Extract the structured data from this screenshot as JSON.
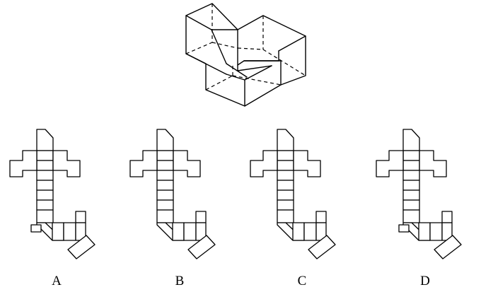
{
  "options": [
    {
      "id": "option-a",
      "label": "A"
    },
    {
      "id": "option-b",
      "label": "B"
    },
    {
      "id": "option-c",
      "label": "C"
    },
    {
      "id": "option-d",
      "label": "D"
    }
  ]
}
